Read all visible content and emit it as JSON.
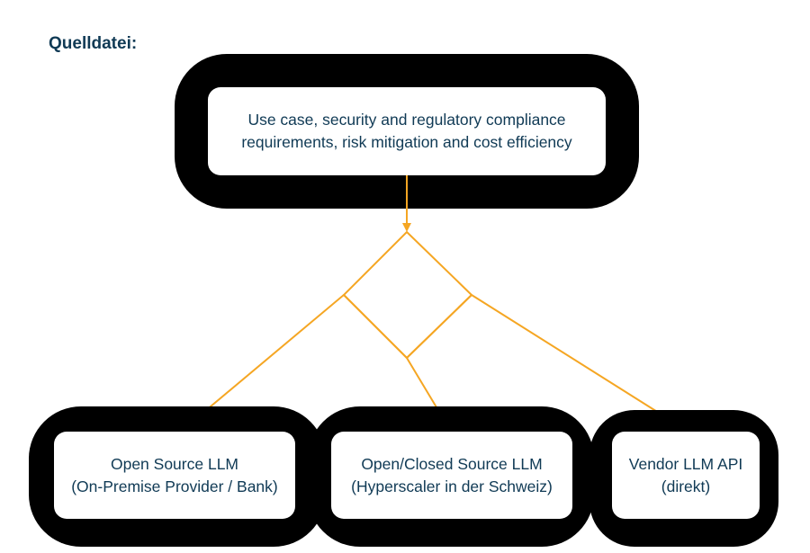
{
  "header": {
    "source_label": "Quelldatei:"
  },
  "diagram": {
    "top_node": {
      "line1": "Use case, security and regulatory compliance",
      "line2": "requirements, risk mitigation and cost efficiency"
    },
    "options": [
      {
        "line1": "Open Source LLM",
        "line2": "(On-Premise Provider / Bank)"
      },
      {
        "line1": "Open/Closed Source LLM",
        "line2": "(Hyperscaler in der Schweiz)"
      },
      {
        "line1": "Vendor LLM API",
        "line2": "(direkt)"
      }
    ],
    "colors": {
      "connector": "#f5a623",
      "text": "#103a55",
      "frame": "#000000"
    }
  }
}
